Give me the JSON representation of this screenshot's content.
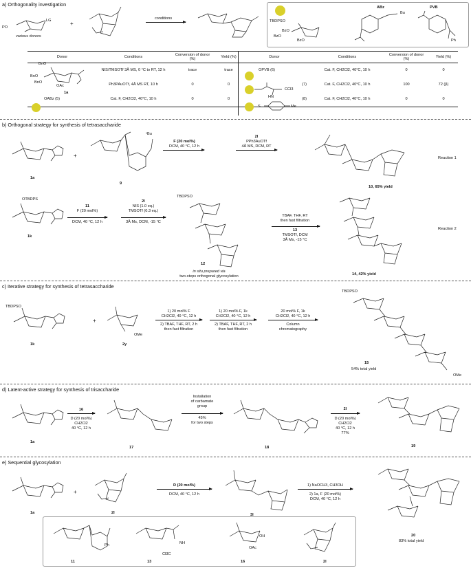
{
  "sections": {
    "a": "a) Orthogonality investigation",
    "b": "b) Orthogonal strategy for synthesis of tetrasaccharide",
    "c": "c) Iterative strategy for synthesis of tetrasaccharide",
    "d": "d) Latent-active strategy for synthesis of trisaccharide",
    "e": "e) Sequential glycosylation"
  },
  "a": {
    "donor_po": "PO",
    "donor_lg": "LG",
    "donor_caption": "various donors",
    "plus": "+",
    "arrow_label": "conditions",
    "legend": {
      "tbdpso": "TBDPSO",
      "bzo1": "BzO",
      "bzo2": "BzO",
      "bzo3": "BzO",
      "abz": "ABz",
      "bu": "Bu",
      "pvb": "PVB",
      "ph": "Ph"
    },
    "table_headers": [
      "Donor",
      "Conditions",
      "Conversion of donor (%)",
      "Yield (%)",
      "Donor",
      "Conditions",
      "Conversion of donor (%)",
      "Yield (%)"
    ],
    "left_rows": [
      {
        "donor": "1a",
        "cond": "NIS/TMSOTf 3Å MS, 0 °C to RT, 12 h",
        "conv": "trace",
        "yield": "trace"
      },
      {
        "donor": "",
        "cond": "Ph3PAuOTf, 4Å MS RT, 10 h",
        "conv": "0",
        "yield": "0"
      },
      {
        "donor": "OABz (5)",
        "cond": "Cat. F, CH2Cl2, 40°C, 10 h",
        "conv": "0",
        "yield": "0"
      }
    ],
    "right_rows": [
      {
        "donor": "OPVB (6)",
        "cond": "Cat. F, CH2Cl2, 40°C, 10 h",
        "conv": "0",
        "yield": "0"
      },
      {
        "donor": "(7)",
        "cond": "Cat. F, CH2Cl2, 40°C, 10 h",
        "conv": "100",
        "yield": "72 (β)"
      },
      {
        "donor": "(8)",
        "cond": "Cat. F, CH2Cl2, 40°C, 10 h",
        "conv": "0",
        "yield": "0"
      }
    ],
    "donor7_labels": {
      "ccl3": "CCl3",
      "hn": "HN"
    },
    "donor8_labels": {
      "s": "S",
      "me": "Me"
    },
    "donor1a_labels": {
      "bno1": "BnO",
      "bno2": "BnO",
      "bno3": "BnO",
      "oac": "OAc",
      "id": "1a"
    }
  },
  "b": {
    "cpd_1a": "1a",
    "cpd_9": "9",
    "bu": "ⁿBu",
    "plus": "+",
    "step1_line1": "F (20 mol%)",
    "step1_line2": "DCM, 40 °C, 12 h",
    "step2_line1": "2l",
    "step2_line2": "PPh3AuOTf",
    "step2_line3": "4Å MS, DCM, RT",
    "product_10": "10, 65% yield",
    "reaction1": "Reaction 1",
    "cpd_1k": "1k",
    "r2_step1": [
      "11",
      "F (20 mol%)",
      "DCM, 40 °C, 12 h"
    ],
    "r2_step2": [
      "2l",
      "NIS (1.0 eq.)",
      "TMSOTf (0.3 eq.)",
      "3Å Ms, DCM, -15 °C"
    ],
    "cpd_12": "12",
    "in_situ": "in situ prepared via",
    "in_situ2": "two-steps orthogonal glycosylation",
    "r2_step3": [
      "TBAF, THF, RT",
      "then fast filtration",
      "13",
      "TMSOTf, DCM",
      "3Å Ms, -15 °C"
    ],
    "product_14": "14, 42% yield",
    "reaction2": "Reaction 2",
    "otbdps": "OTBDPS",
    "tbdpso": "TBDPSO"
  },
  "c": {
    "cpd_1k": "1k",
    "cpd_2y": "2y",
    "plus": "+",
    "ome": "OMe",
    "step1": [
      "1) 20 mol% F",
      "CH2Cl2, 40 °C, 12 h",
      "2) TBAF, THF, RT, 2 h",
      "then fast filtration"
    ],
    "step2": [
      "1) 20 mol% F, 1k",
      "CH2Cl2, 40 °C, 12 h",
      "2) TBAF, THF, RT, 2 h",
      "then fast filtration"
    ],
    "step3": [
      "20 mol% F, 1k",
      "CH2Cl2, 40 °C, 12 h",
      "Column",
      "chromatography"
    ],
    "cpd_15": "15",
    "yield_15": "54% total yield",
    "tbdpso": "TBDPSO"
  },
  "d": {
    "cpd_1a": "1a",
    "step1": [
      "16",
      "D (20 mol%)",
      "CH2Cl2",
      "40 °C, 12 h"
    ],
    "cpd_17": "17",
    "step2": [
      "Installation",
      "of carbamate",
      "group",
      "45%",
      "for two steps"
    ],
    "cpd_18": "18",
    "step3": [
      "2l",
      "D (20 mol%)",
      "CH2Cl2",
      "40 °C, 12 h",
      "77%"
    ],
    "cpd_19": "19"
  },
  "e": {
    "cpd_1a": "1a",
    "cpd_2l": "2l",
    "plus": "+",
    "step1": [
      "D (20 mol%)",
      "DCM, 40 °C, 12 h"
    ],
    "cpd_3l": "3l",
    "step2": [
      "1) NaOCH3, CH3OH",
      "2) 1a, F (20 mol%)",
      "DCM, 40 °C, 12 h"
    ],
    "cpd_20": "20",
    "yield_20": "83% total yield",
    "box_cpds": [
      "11",
      "13",
      "16",
      "2l"
    ],
    "box_labels": {
      "ph": "Ph",
      "ccl3": "Cl3C",
      "nh": "NH",
      "oac": "OAc",
      "oh": "OH"
    }
  }
}
